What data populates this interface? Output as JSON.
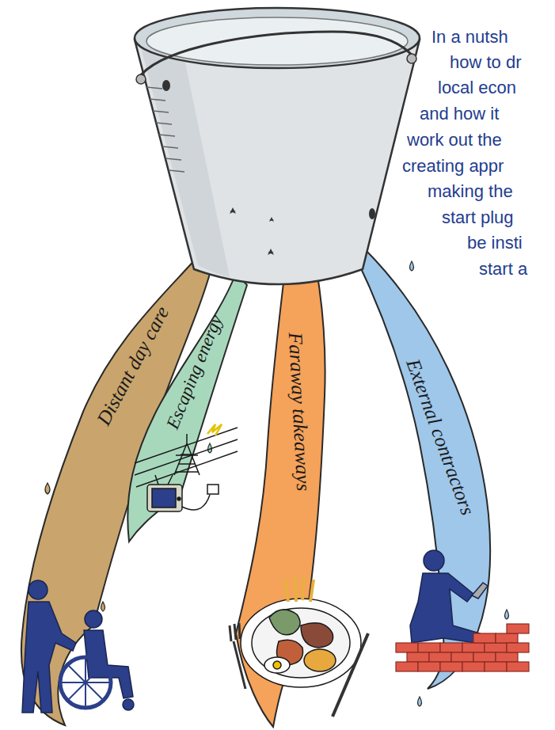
{
  "diagram": {
    "labels": [
      "In a nutsh",
      "how to dr",
      "local econ",
      "and how it",
      "work out the",
      "creating appr",
      "making the",
      "start plug",
      "be insti",
      "start a",
      "Distant day care",
      "Escaping energy",
      "Faraway takeaways",
      "External contractors"
    ]
  }
}
